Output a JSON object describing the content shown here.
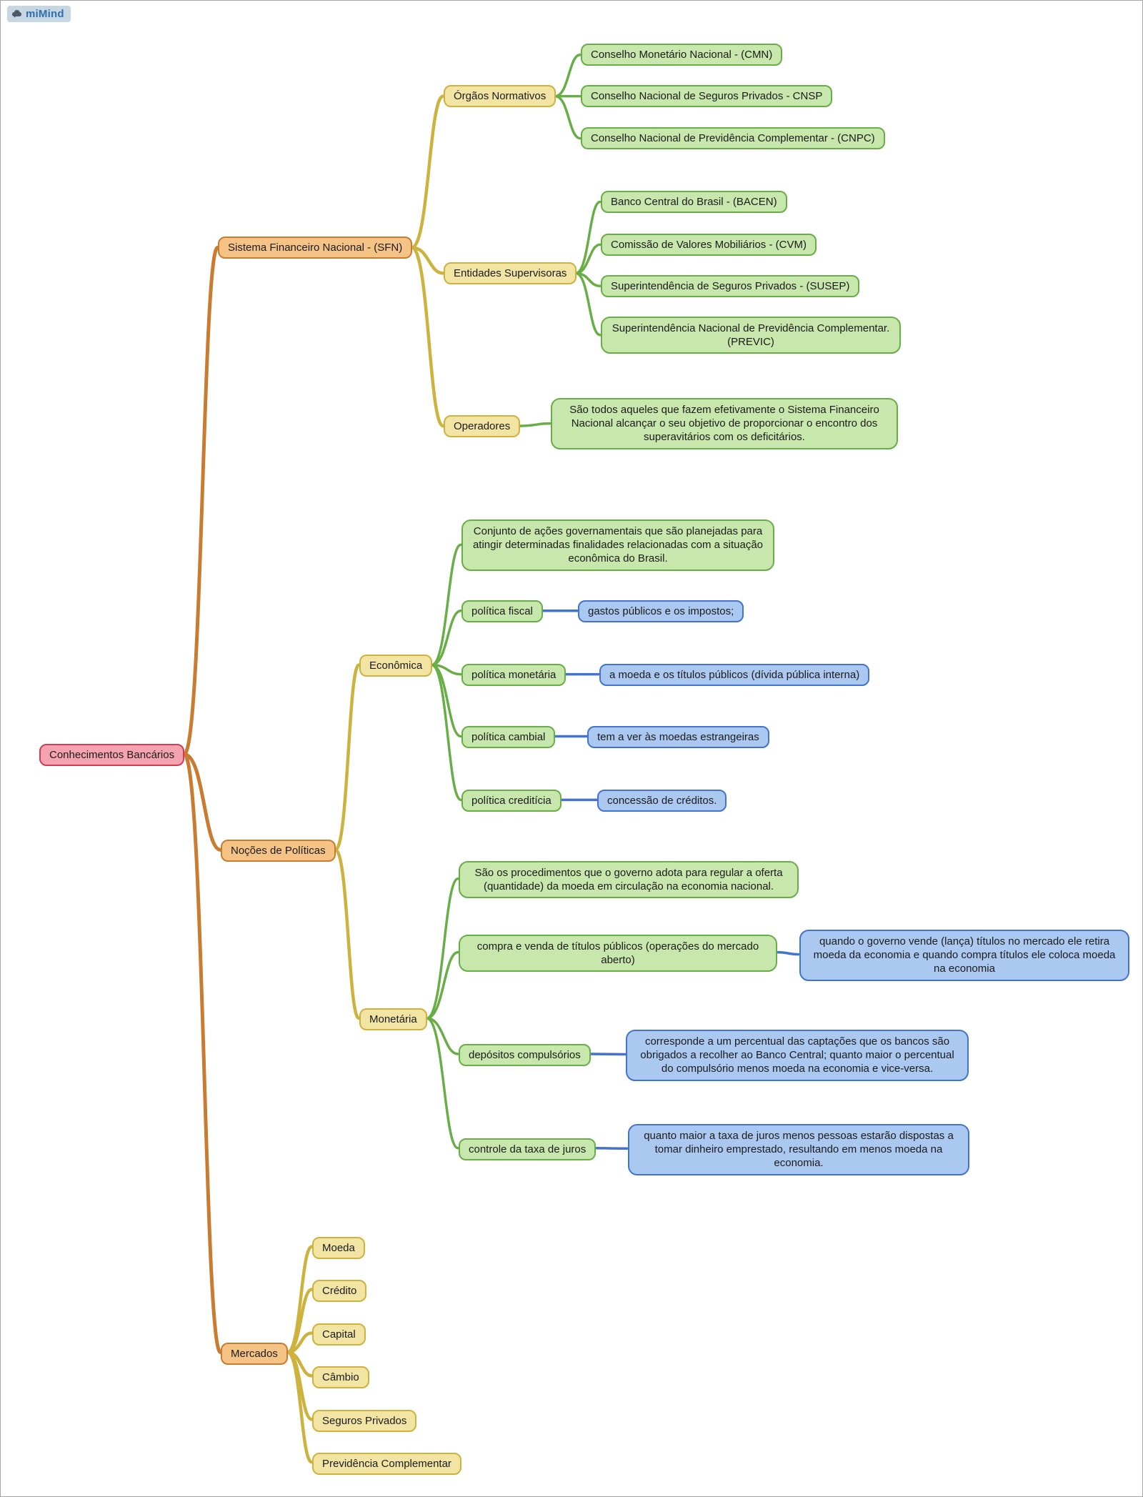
{
  "app": {
    "name": "miMind"
  },
  "colors": {
    "root_fill": "#f6a3b1",
    "root_border": "#d23b54",
    "branch_fill": "#f5c386",
    "branch_border": "#c97b2f",
    "topic_fill": "#f2e4a3",
    "topic_border": "#cdb23e",
    "detail_fill": "#c8e7ac",
    "detail_border": "#68ae47",
    "note_fill": "#abc8f1",
    "note_border": "#4273cf"
  },
  "nodes": {
    "root": "Conhecimentos Bancários",
    "sfn": "Sistema Financeiro Nacional - (SFN)",
    "orgaos": "Órgãos Normativos",
    "cmn": "Conselho Monetário Nacional - (CMN)",
    "cnsp": "Conselho Nacional de Seguros Privados - CNSP",
    "cnpc": "Conselho Nacional de Previdência Complementar - (CNPC)",
    "entidades": "Entidades Supervisoras",
    "bacen": "Banco Central do Brasil - (BACEN)",
    "cvm": "Comissão de Valores Mobiliários - (CVM)",
    "susep": "Superintendência de Seguros Privados - (SUSEP)",
    "previc": "Superintendência Nacional de Previdência Complementar. (PREVIC)",
    "operadores": "Operadores",
    "operadores_desc": "São todos aqueles que fazem efetivamente o Sistema Financeiro Nacional alcançar o seu objetivo de proporcionar o encontro dos superavitários com os deficitários.",
    "nocoes": "Noções de Políticas",
    "economica": "Econômica",
    "economica_desc": "Conjunto de ações governamentais que são planejadas para atingir determinadas finalidades relacionadas com a situação econômica do Brasil.",
    "pol_fiscal": "política fiscal",
    "pol_fiscal_def": "gastos públicos e os impostos;",
    "pol_monetaria": "política monetária",
    "pol_monetaria_def": "a moeda e os títulos públicos (dívida pública interna)",
    "pol_cambial": "política cambial",
    "pol_cambial_def": "tem a ver às moedas estrangeiras",
    "pol_crediticia": "política creditícia",
    "pol_crediticia_def": "concessão de créditos.",
    "monetaria": "Monetária",
    "monetaria_desc": "São os procedimentos que o governo adota para regular a oferta (quantidade) da moeda em circulação na economia nacional.",
    "compra_venda": "compra e venda de títulos públicos (operações do mercado aberto)",
    "compra_venda_def": "quando o governo vende (lança) títulos no mercado ele retira moeda da economia e quando compra títulos ele coloca moeda na economia",
    "depositos": "depósitos compulsórios",
    "depositos_def": "corresponde a um percentual das captações que os bancos são obrigados a recolher ao Banco Central; quanto maior o percentual do compulsório menos moeda na economia e vice-versa.",
    "controle": "controle da taxa de juros",
    "controle_def": "quanto maior a taxa de juros menos pessoas estarão dispostas a tomar dinheiro emprestado, resultando em menos moeda na economia.",
    "mercados": "Mercados",
    "m_moeda": "Moeda",
    "m_credito": "Crédito",
    "m_capital": "Capital",
    "m_cambio": "Câmbio",
    "m_seguros": "Seguros Privados",
    "m_previdencia": "Previdência Complementar"
  },
  "structure": {
    "root": [
      "sfn",
      "nocoes",
      "mercados"
    ],
    "sfn": [
      "orgaos",
      "entidades",
      "operadores"
    ],
    "orgaos": [
      "cmn",
      "cnsp",
      "cnpc"
    ],
    "entidades": [
      "bacen",
      "cvm",
      "susep",
      "previc"
    ],
    "operadores": [
      "operadores_desc"
    ],
    "nocoes": [
      "economica",
      "monetaria"
    ],
    "economica": [
      "economica_desc",
      "pol_fiscal",
      "pol_monetaria",
      "pol_cambial",
      "pol_crediticia"
    ],
    "pol_fiscal": [
      "pol_fiscal_def"
    ],
    "pol_monetaria": [
      "pol_monetaria_def"
    ],
    "pol_cambial": [
      "pol_cambial_def"
    ],
    "pol_crediticia": [
      "pol_crediticia_def"
    ],
    "monetaria": [
      "monetaria_desc",
      "compra_venda",
      "depositos",
      "controle"
    ],
    "compra_venda": [
      "compra_venda_def"
    ],
    "depositos": [
      "depositos_def"
    ],
    "controle": [
      "controle_def"
    ],
    "mercados": [
      "m_moeda",
      "m_credito",
      "m_capital",
      "m_cambio",
      "m_seguros",
      "m_previdencia"
    ]
  }
}
